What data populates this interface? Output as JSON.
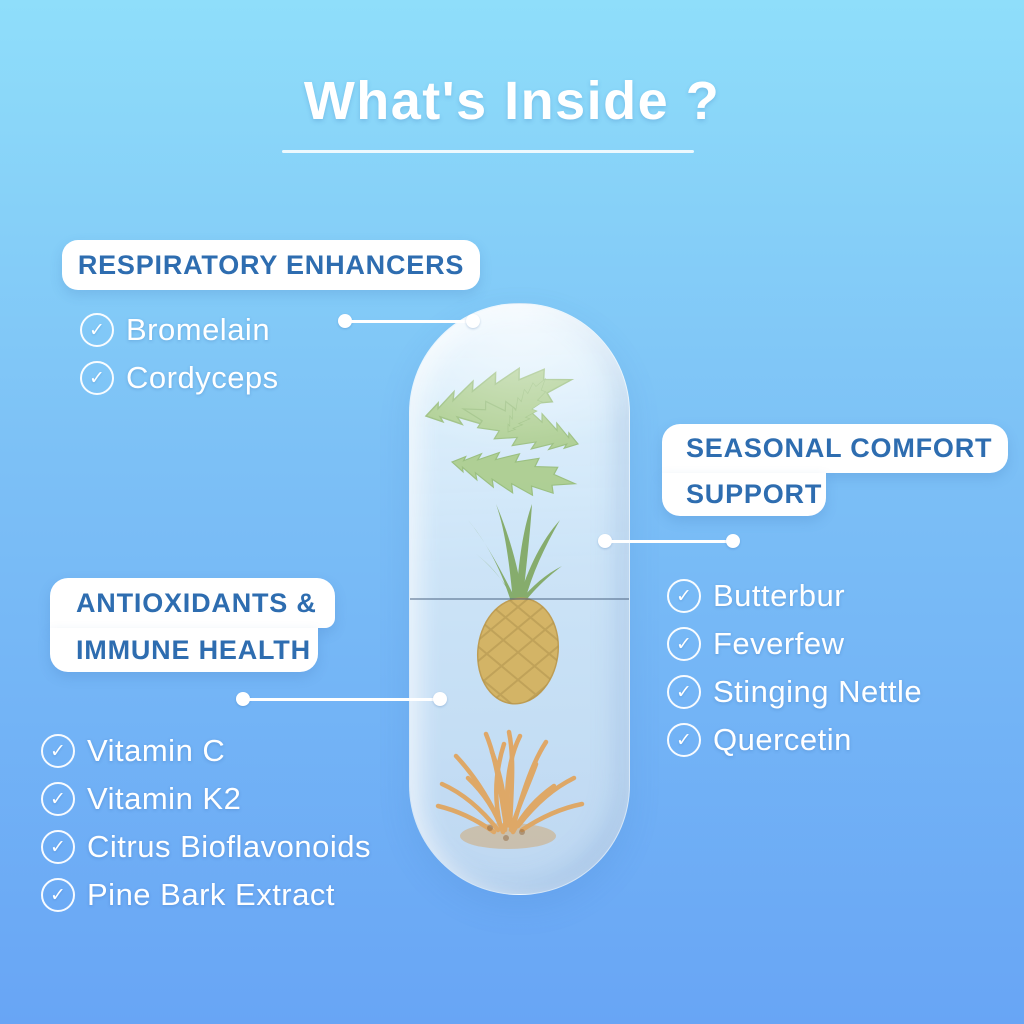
{
  "title": "What's Inside ?",
  "icons": {
    "check": "✓"
  },
  "colors": {
    "background_top": "#8FDEFA",
    "background_bottom": "#68A5F5",
    "heading_text": "#FFFFFF",
    "section_label_text": "#2E6DB0",
    "section_label_bg": "#FFFFFF",
    "list_text": "#FFFFFF"
  },
  "sections": {
    "respiratory": {
      "label": "RESPIRATORY ENHANCERS",
      "items": [
        "Bromelain",
        "Cordyceps"
      ]
    },
    "seasonal": {
      "label_line1": "SEASONAL COMFORT",
      "label_line2": "SUPPORT",
      "items": [
        "Butterbur",
        "Feverfew",
        "Stinging Nettle",
        "Quercetin"
      ]
    },
    "antioxidants": {
      "label_line1": "ANTIOXIDANTS &",
      "label_line2": "IMMUNE HEALTH",
      "items": [
        "Vitamin C",
        "Vitamin K2",
        "Citrus Bioflavonoids",
        "Pine Bark Extract"
      ]
    }
  },
  "capsule": {
    "ingredient_illustrations": [
      "nettle-leaves",
      "pineapple",
      "cordyceps"
    ]
  }
}
